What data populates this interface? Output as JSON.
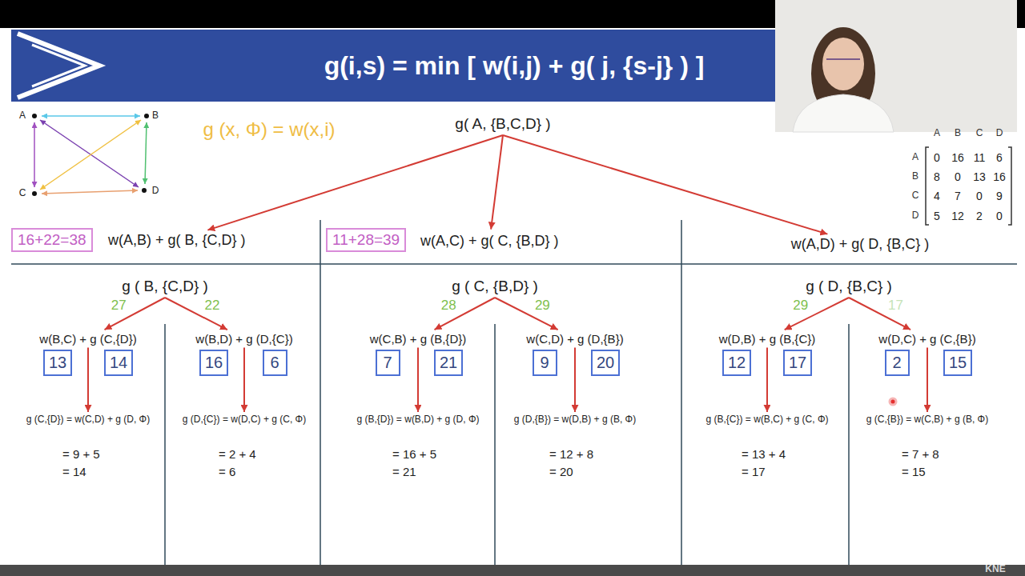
{
  "diagram": {
    "title": "g(i,s) = min [ w(i,j) + g( j, {s-j} ) ]",
    "nodes": [
      {
        "text": [
          "g( A, {B,C,D} )"
        ]
      },
      {
        "text": [
          "16+22=38"
        ]
      },
      {
        "text": [
          "w(A,B) + g( B, {C,D} )"
        ]
      },
      {
        "text": [
          "11+28=39"
        ]
      },
      {
        "text": [
          "w(A,C) + g( C, {B,D} )"
        ]
      },
      {
        "text": [
          "w(A,D) + g( D, {B,C} )"
        ]
      },
      {
        "text": [
          "g ( B, {C,D} )"
        ]
      },
      {
        "text": [
          "w(B,C) + g (C,{D})"
        ]
      },
      {
        "text": [
          "w(B,D) + g (D,{C})"
        ]
      },
      {
        "text": [
          "13"
        ]
      },
      {
        "text": [
          "14"
        ]
      },
      {
        "text": [
          "16"
        ]
      },
      {
        "text": [
          "6"
        ]
      },
      {
        "text": [
          "g (C,{D}) = w(C,D) + g (D, Φ)",
          "= 9 + 5",
          "= 14"
        ]
      },
      {
        "text": [
          "g (D,{C}) = w(D,C) + g (C, Φ)",
          "= 2 + 4",
          "= 6"
        ]
      },
      {
        "text": [
          "g ( C, {B,D} )"
        ]
      },
      {
        "text": [
          "w(C,B) + g (B,{D})"
        ]
      },
      {
        "text": [
          "w(C,D) + g (D,{B})"
        ]
      },
      {
        "text": [
          "7"
        ]
      },
      {
        "text": [
          "21"
        ]
      },
      {
        "text": [
          "9"
        ]
      },
      {
        "text": [
          "20"
        ]
      },
      {
        "text": [
          "g (B,{D}) = w(B,D) + g (D, Φ)",
          "= 16 + 5",
          "= 21"
        ]
      },
      {
        "text": [
          "g (D,{B}) = w(D,B) + g (B, Φ)",
          "= 12 + 8",
          "= 20"
        ]
      },
      {
        "text": [
          "g ( D, {B,C} )"
        ]
      },
      {
        "text": [
          "w(D,B) + g (B,{C})"
        ]
      },
      {
        "text": [
          "w(D,C) + g (C,{B})"
        ]
      },
      {
        "text": [
          "12"
        ]
      },
      {
        "text": [
          "17"
        ]
      },
      {
        "text": [
          "2"
        ]
      },
      {
        "text": [
          "15"
        ]
      },
      {
        "text": [
          "g (B,{C}) = w(B,C) + g (C, Φ)",
          "= 13 + 4",
          "= 17"
        ]
      },
      {
        "text": [
          "g (C,{B}) = w(C,B) + g (B, Φ)",
          "= 7 + 8",
          "= 15"
        ]
      }
    ],
    "edges": [
      {
        "from": 0,
        "to": 2,
        "arrow": "to"
      },
      {
        "from": 0,
        "to": 4,
        "arrow": "to"
      },
      {
        "from": 0,
        "to": 5,
        "arrow": "to"
      },
      {
        "from": 6,
        "to": 7,
        "label": "27",
        "arrow": "to"
      },
      {
        "from": 6,
        "to": 8,
        "label": "22",
        "arrow": "to"
      },
      {
        "from": 7,
        "to": 13,
        "arrow": "to"
      },
      {
        "from": 8,
        "to": 14,
        "arrow": "to"
      },
      {
        "from": 15,
        "to": 16,
        "label": "28",
        "arrow": "to"
      },
      {
        "from": 15,
        "to": 17,
        "label": "29",
        "arrow": "to"
      },
      {
        "from": 16,
        "to": 22,
        "arrow": "to"
      },
      {
        "from": 17,
        "to": 23,
        "arrow": "to"
      },
      {
        "from": 24,
        "to": 25,
        "label": "29",
        "arrow": "to"
      },
      {
        "from": 24,
        "to": 26,
        "label": "17",
        "arrow": "to"
      },
      {
        "from": 25,
        "to": 31,
        "arrow": "to"
      },
      {
        "from": 26,
        "to": 32,
        "arrow": "to"
      }
    ],
    "labels": [
      "A",
      "B",
      "C",
      "D",
      "g (x, Φ) = w(x,i)",
      "A",
      "B",
      "C",
      "D",
      "A",
      "0",
      "16",
      "11",
      "6",
      "B",
      "8",
      "0",
      "13",
      "16",
      "C",
      "4",
      "7",
      "0",
      "9",
      "D",
      "5",
      "12",
      "2",
      "0",
      "KNE"
    ]
  }
}
